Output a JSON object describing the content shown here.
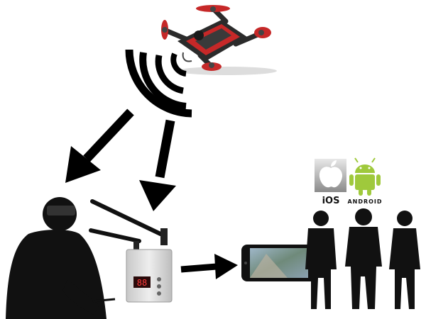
{
  "platforms": {
    "ios_label": "iOS",
    "android_label": "ANDROID"
  },
  "receiver": {
    "display": "88"
  },
  "colors": {
    "frame_red": "#c62828",
    "frame_dark": "#2b2b2b",
    "android_green": "#9fc93c",
    "silhouette": "#111111",
    "arrow": "#000000",
    "receiver_body": "#d9d9d9"
  }
}
